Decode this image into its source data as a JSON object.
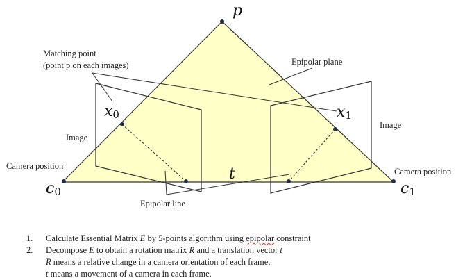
{
  "figure": {
    "labels": {
      "p": "p",
      "x0_base": "x",
      "x0_sub": "0",
      "x1_base": "x",
      "x1_sub": "1",
      "t": "t",
      "c0_base": "c",
      "c0_sub": "0",
      "c1_base": "c",
      "c1_sub": "1",
      "matching_point_line1": "Matching point",
      "matching_point_line2": "(point p on each images)",
      "epipolar_plane": "Epipolar plane",
      "image_left": "Image",
      "image_right": "Image",
      "camera_position_left": "Camera position",
      "camera_position_right": "Camera position",
      "epipolar_line": "Epipolar line"
    },
    "colors": {
      "plane_fill": "#ffffc8",
      "outline": "#333333",
      "point": "#1f2d4a"
    }
  },
  "steps": [
    {
      "number": "1.",
      "text_a": "Calculate Essential Matrix ",
      "sym": "E",
      "text_b": " by 5-points algorithm using ",
      "text_c": "epipolar",
      "text_d": " constraint"
    },
    {
      "number": "2.",
      "text_a": "Decompose ",
      "sym_e": "E",
      "text_b": " to obtain a rotation matrix ",
      "sym_r": "R",
      "text_c": " and a translation vector ",
      "sym_t": "t"
    }
  ],
  "notes": {
    "r_sym": "R",
    "r_text": "means a relative change in a camera orientation of each frame,",
    "t_sym": "t",
    "t_text": "means a movement of a camera in each frame."
  }
}
